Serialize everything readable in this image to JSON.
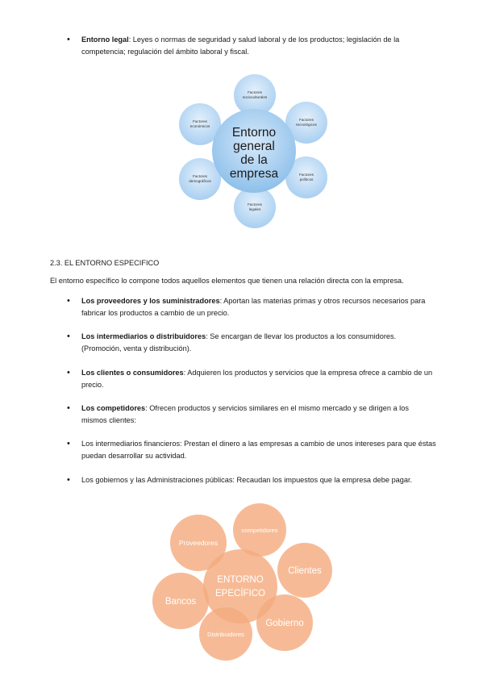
{
  "top_bullet": {
    "label": "Entorno legal",
    "text": ": Leyes o normas de seguridad y salud laboral y de los productos; legislación de la competencia; regulación del ámbito laboral y fiscal."
  },
  "diagram_general": {
    "center_lines": [
      "Entorno",
      "general",
      "de la",
      "empresa"
    ],
    "nodes": [
      {
        "lines": [
          "Factores",
          "socioculturales"
        ]
      },
      {
        "lines": [
          "Factores",
          "tecnológicos"
        ]
      },
      {
        "lines": [
          "Factores",
          "políticos"
        ]
      },
      {
        "lines": [
          "Factores",
          "legales"
        ]
      },
      {
        "lines": [
          "Factores",
          "demográficos"
        ]
      },
      {
        "lines": [
          "Factores",
          "económicos"
        ]
      }
    ],
    "color_center": "#8ec0ea",
    "color_node": "#b5d6f3"
  },
  "section": {
    "heading": "2.3. EL ENTORNO ESPECIFICO",
    "intro": "El entorno específico lo compone todos aquellos elementos que tienen una relación directa con la empresa."
  },
  "bullets": [
    {
      "label": "Los proveedores y los suministradores",
      "text": ": Aportan las materias primas y otros recursos necesarios para fabricar los productos a cambio de un precio."
    },
    {
      "label": "Los intermediarios o distribuidores",
      "text": ": Se encargan de llevar los productos a los consumidores. (Promoción, venta y distribución)."
    },
    {
      "label": "Los clientes o consumidores",
      "text": ": Adquieren los productos y servicios que la empresa ofrece a cambio de un precio."
    },
    {
      "label": "Los competidores",
      "text": ": Ofrecen productos y servicios similares en el mismo mercado y se dirigen a los mismos clientes:"
    },
    {
      "label": "",
      "text": "Los intermediarios financieros: Prestan el dinero a las empresas a cambio de unos intereses para que éstas puedan desarrollar su actividad."
    },
    {
      "label": "",
      "text": "Los gobiernos y las Administraciones públicas: Recaudan los impuestos que la empresa debe pagar."
    }
  ],
  "diagram_specific": {
    "center_lines": [
      "ENTORNO",
      "EPECÍFICO"
    ],
    "nodes": [
      {
        "label": "Proveedores"
      },
      {
        "label": "competidores"
      },
      {
        "label": "Clientes"
      },
      {
        "label": "Bancos"
      },
      {
        "label": "Gobierno"
      },
      {
        "label": "Distribuidores"
      }
    ],
    "color": "#f3a574"
  }
}
